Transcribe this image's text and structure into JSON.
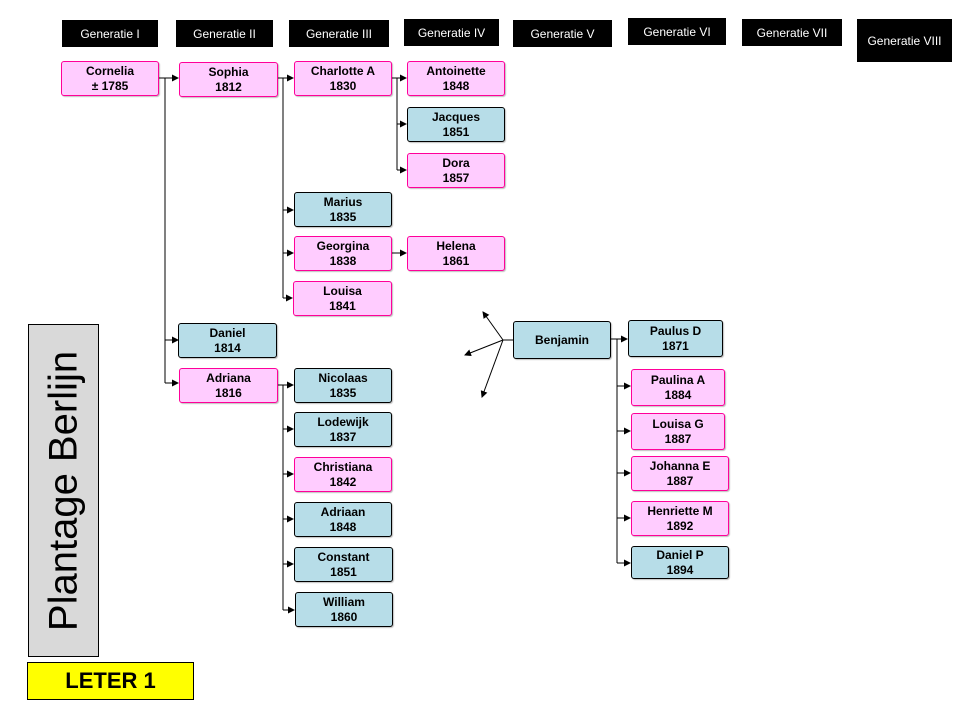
{
  "generations": [
    "Generatie I",
    "Generatie II",
    "Generatie III",
    "Generatie IV",
    "Generatie V",
    "Generatie VI",
    "Generatie VII",
    "Generatie VIII"
  ],
  "title": "Plantage Berlijn",
  "badge": "LETER 1",
  "colors": {
    "female_fill": "#ffccff",
    "female_border": "#ff0099",
    "male_fill": "#b7dde8",
    "header": "#000000",
    "badge": "#ffff00",
    "side_panel": "#d9d9d9"
  },
  "people": {
    "cornelia": {
      "name": "Cornelia",
      "year": "± 1785",
      "gender": "f"
    },
    "sophia": {
      "name": "Sophia",
      "year": "1812",
      "gender": "f"
    },
    "charlotte": {
      "name": "Charlotte A",
      "year": "1830",
      "gender": "f"
    },
    "antoinette": {
      "name": "Antoinette",
      "year": "1848",
      "gender": "f"
    },
    "jacques": {
      "name": "Jacques",
      "year": "1851",
      "gender": "m"
    },
    "dora": {
      "name": "Dora",
      "year": "1857",
      "gender": "f"
    },
    "marius": {
      "name": "Marius",
      "year": "1835",
      "gender": "m"
    },
    "georgina": {
      "name": "Georgina",
      "year": "1838",
      "gender": "f"
    },
    "helena": {
      "name": "Helena",
      "year": "1861",
      "gender": "f"
    },
    "louisa": {
      "name": "Louisa",
      "year": "1841",
      "gender": "f"
    },
    "daniel": {
      "name": "Daniel",
      "year": "1814",
      "gender": "m"
    },
    "adriana": {
      "name": "Adriana",
      "year": "1816",
      "gender": "f"
    },
    "nicolaas": {
      "name": "Nicolaas",
      "year": "1835",
      "gender": "m"
    },
    "lodewijk": {
      "name": "Lodewijk",
      "year": "1837",
      "gender": "m"
    },
    "christiana": {
      "name": "Christiana",
      "year": "1842",
      "gender": "f"
    },
    "adriaan": {
      "name": "Adriaan",
      "year": "1848",
      "gender": "m"
    },
    "constant": {
      "name": "Constant",
      "year": "1851",
      "gender": "m"
    },
    "william": {
      "name": "William",
      "year": "1860",
      "gender": "m"
    },
    "benjamin": {
      "name": "Benjamin",
      "year": "",
      "gender": "m"
    },
    "paulusd": {
      "name": "Paulus D",
      "year": "1871",
      "gender": "m"
    },
    "paulinaa": {
      "name": "Paulina A",
      "year": "1884",
      "gender": "f"
    },
    "louisag": {
      "name": "Louisa G",
      "year": "1887",
      "gender": "f"
    },
    "johannae": {
      "name": "Johanna E",
      "year": "1887",
      "gender": "f"
    },
    "henriettem": {
      "name": "Henriette M",
      "year": "1892",
      "gender": "f"
    },
    "danielp": {
      "name": "Daniel P",
      "year": "1894",
      "gender": "m"
    }
  }
}
